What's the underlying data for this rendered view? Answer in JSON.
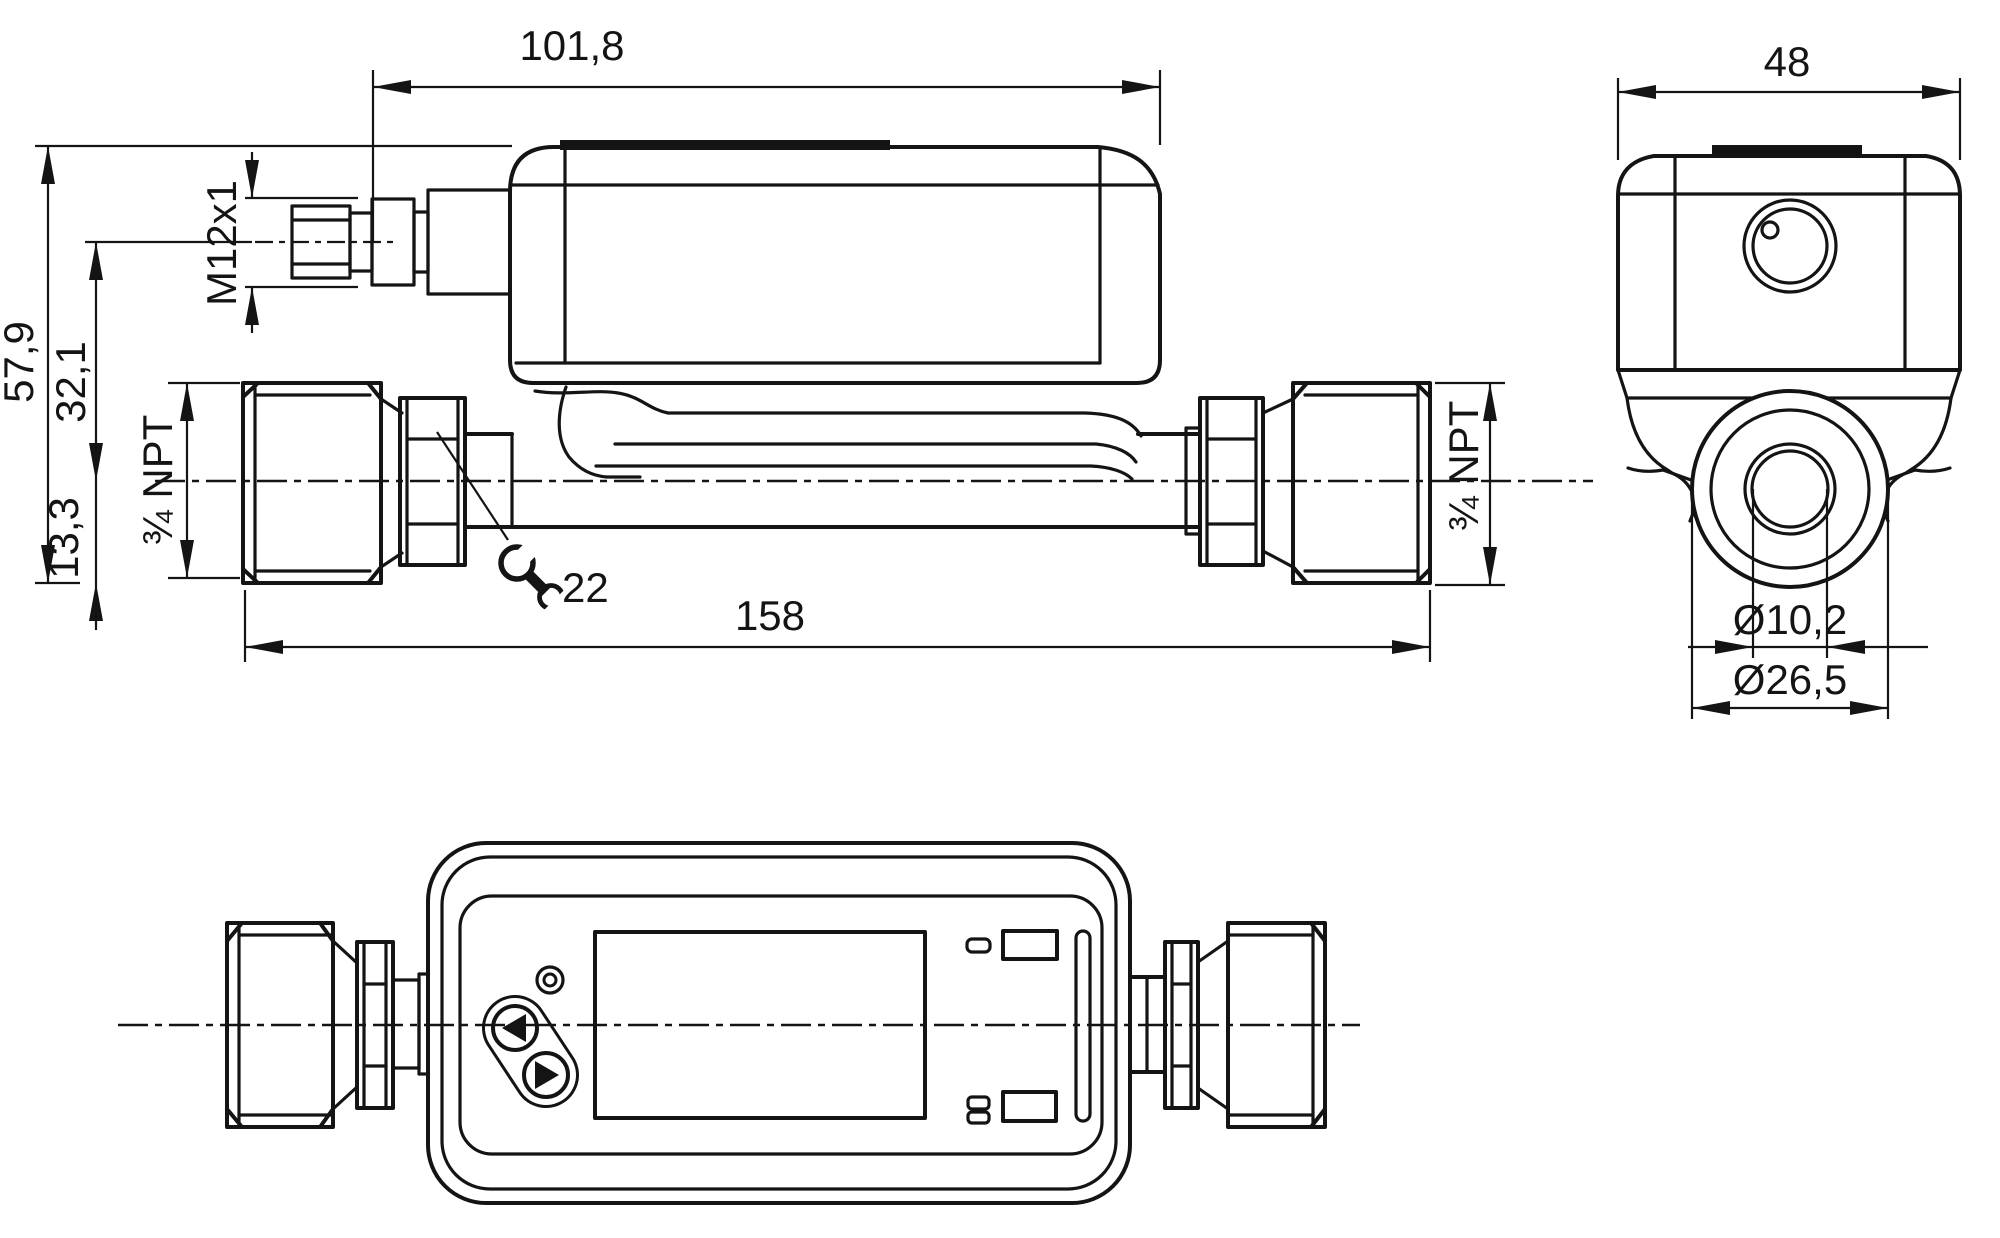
{
  "drawing": {
    "kind": "technical-dimensional-drawing",
    "style": {
      "line_color": "#141414",
      "background": "#ffffff"
    }
  },
  "labels": {
    "body_length": "101,8",
    "overall_height": "57,9",
    "connector_axis_height": "32,1",
    "axis_to_bottom": "13,3",
    "connector_thread": "M12x1",
    "npt_left": "¾ NPT",
    "npt_right": "¾ NPT",
    "wrench_size": "22",
    "overall_length": "158",
    "body_width": "48",
    "bore_diameter": "Ø10,2",
    "boss_diameter": "Ø26,5"
  }
}
